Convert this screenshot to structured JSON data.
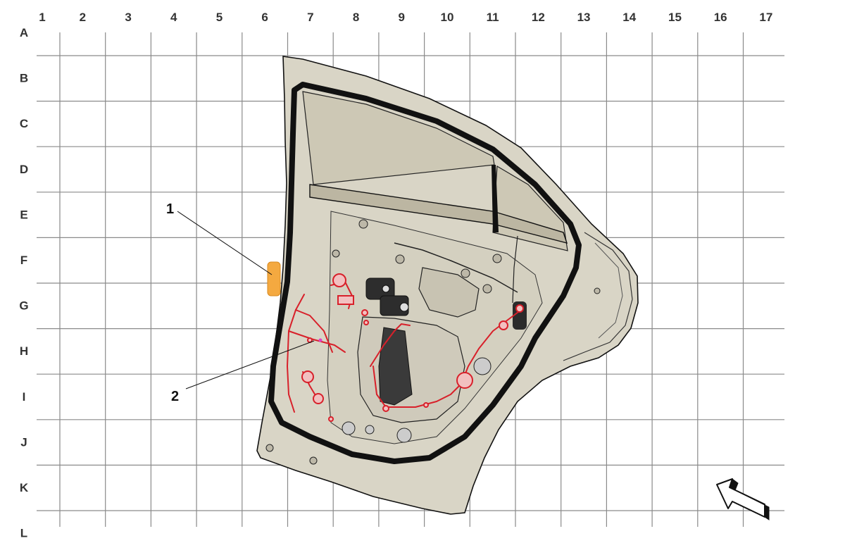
{
  "grid": {
    "columns": [
      "1",
      "2",
      "3",
      "4",
      "5",
      "6",
      "7",
      "8",
      "9",
      "10",
      "11",
      "12",
      "13",
      "14",
      "15",
      "16",
      "17"
    ],
    "rows": [
      "A",
      "B",
      "C",
      "D",
      "E",
      "F",
      "G",
      "H",
      "I",
      "J",
      "K",
      "L"
    ]
  },
  "callouts": [
    {
      "id": "1",
      "text": "1"
    },
    {
      "id": "2",
      "text": "2"
    }
  ],
  "colors": {
    "grid": "#8a8a8a",
    "door_panel": "#d9d5c6",
    "glass": "#cdc8b5",
    "outline": "#111111",
    "wiring": "#d8202a",
    "part_1": "#f4a940"
  },
  "icons": [
    "orientation-arrow-icon"
  ]
}
